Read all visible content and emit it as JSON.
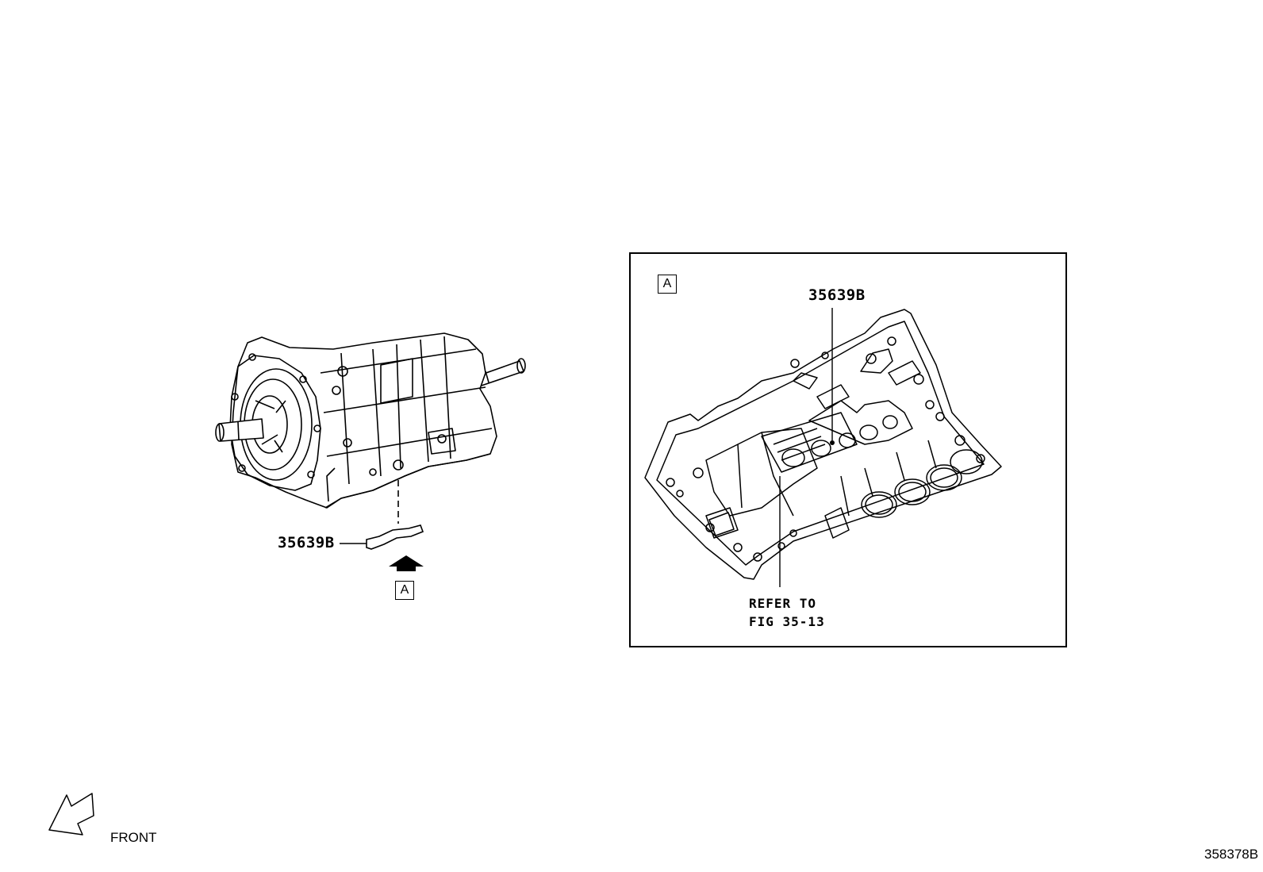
{
  "diagram": {
    "main_view": {
      "callout_part": "35639B",
      "view_ref": "A"
    },
    "detail_view": {
      "view_ref": "A",
      "callout_part": "35639B",
      "refer_note_line1": "REFER TO",
      "refer_note_line2": "FIG 35-13"
    },
    "orientation": {
      "label": "FRONT",
      "icon": "front-arrow-icon"
    },
    "figure_id": "358378B"
  }
}
